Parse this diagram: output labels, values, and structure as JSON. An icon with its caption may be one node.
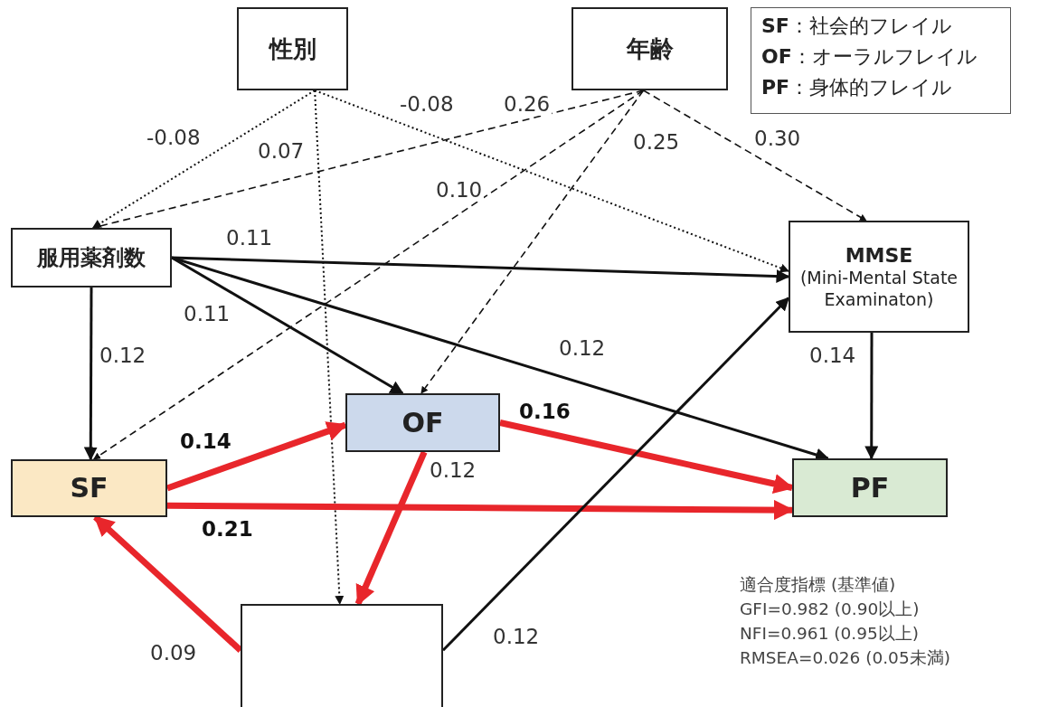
{
  "diagram": {
    "nodes": [
      {
        "text": [
          "性別"
        ]
      },
      {
        "text": [
          "年齢"
        ]
      },
      {
        "text": [
          "服用薬剤数"
        ]
      },
      {
        "text": [
          "MMSE",
          "(Mini-Mental State Examinaton)"
        ]
      },
      {
        "text": [
          "OF"
        ]
      },
      {
        "text": [
          "SF"
        ]
      },
      {
        "text": [
          "PF"
        ]
      },
      {
        "text": [],
        "shape": "box"
      }
    ],
    "edges": [
      {
        "from": 0,
        "to": 2,
        "arrow": "to",
        "label": "-0.08",
        "style": "dashed"
      },
      {
        "from": 0,
        "to": 3,
        "arrow": "to",
        "label": "-0.08",
        "style": "dashed"
      },
      {
        "from": 0,
        "to": 7,
        "arrow": "to",
        "label": "0.07",
        "style": "dashed"
      },
      {
        "from": 1,
        "to": 2,
        "arrow": "to",
        "label": "0.26",
        "style": "dashed"
      },
      {
        "from": 1,
        "to": 4,
        "arrow": "to",
        "label": "0.25",
        "style": "dashed"
      },
      {
        "from": 1,
        "to": 5,
        "arrow": "to",
        "label": "0.10",
        "style": "dashed"
      },
      {
        "from": 1,
        "to": 3,
        "arrow": "to",
        "label": "0.30",
        "style": "dashed"
      },
      {
        "from": 2,
        "to": 3,
        "arrow": "to",
        "label": "0.11"
      },
      {
        "from": 2,
        "to": 4,
        "arrow": "to",
        "label": "0.11"
      },
      {
        "from": 2,
        "to": 6,
        "arrow": "to",
        "label": "0.12"
      },
      {
        "from": 2,
        "to": 5,
        "arrow": "to",
        "label": "0.12"
      },
      {
        "from": 3,
        "to": 6,
        "arrow": "to",
        "label": "0.14"
      },
      {
        "from": 5,
        "to": 4,
        "arrow": "to",
        "label": "0.14",
        "style": "thick",
        "color": "#e8262b"
      },
      {
        "from": 4,
        "to": 6,
        "arrow": "to",
        "label": "0.16",
        "style": "thick",
        "color": "#e8262b"
      },
      {
        "from": 5,
        "to": 6,
        "arrow": "to",
        "label": "0.21",
        "style": "thick",
        "color": "#e8262b"
      },
      {
        "from": 4,
        "to": 7,
        "arrow": "to",
        "label": "0.12",
        "style": "thick",
        "color": "#e8262b"
      },
      {
        "from": 7,
        "to": 5,
        "arrow": "to",
        "label": "0.09",
        "style": "thick",
        "color": "#e8262b"
      },
      {
        "from": 7,
        "to": 3,
        "arrow": "to",
        "label": "0.12"
      }
    ],
    "labels": [
      "**SF**：社会的フレイル",
      "**OF**：オーラルフレイル",
      "**PF**：身体的フレイル",
      "適合度指標 (基準値)",
      "GFI=0.982 (0.90以上)",
      "NFI=0.961 (0.95以上)",
      "RMSEA=0.026 (0.05未満)"
    ]
  }
}
